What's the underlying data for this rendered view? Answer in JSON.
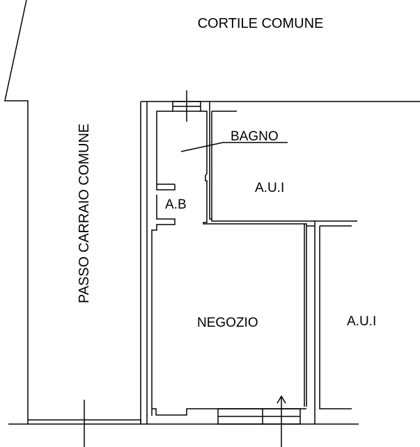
{
  "drawing": {
    "type": "floor-plan",
    "background": "#ffffff",
    "line_color": "#000000"
  },
  "labels": {
    "courtyard": "CORTILE COMUNE",
    "driveway": "PASSO CARRAIO COMUNE",
    "bathroom": "BAGNO",
    "antibathroom": "A.B",
    "shop": "NEGOZIO",
    "other_unit_top": "A.U.I",
    "other_unit_right": "A.U.I"
  }
}
